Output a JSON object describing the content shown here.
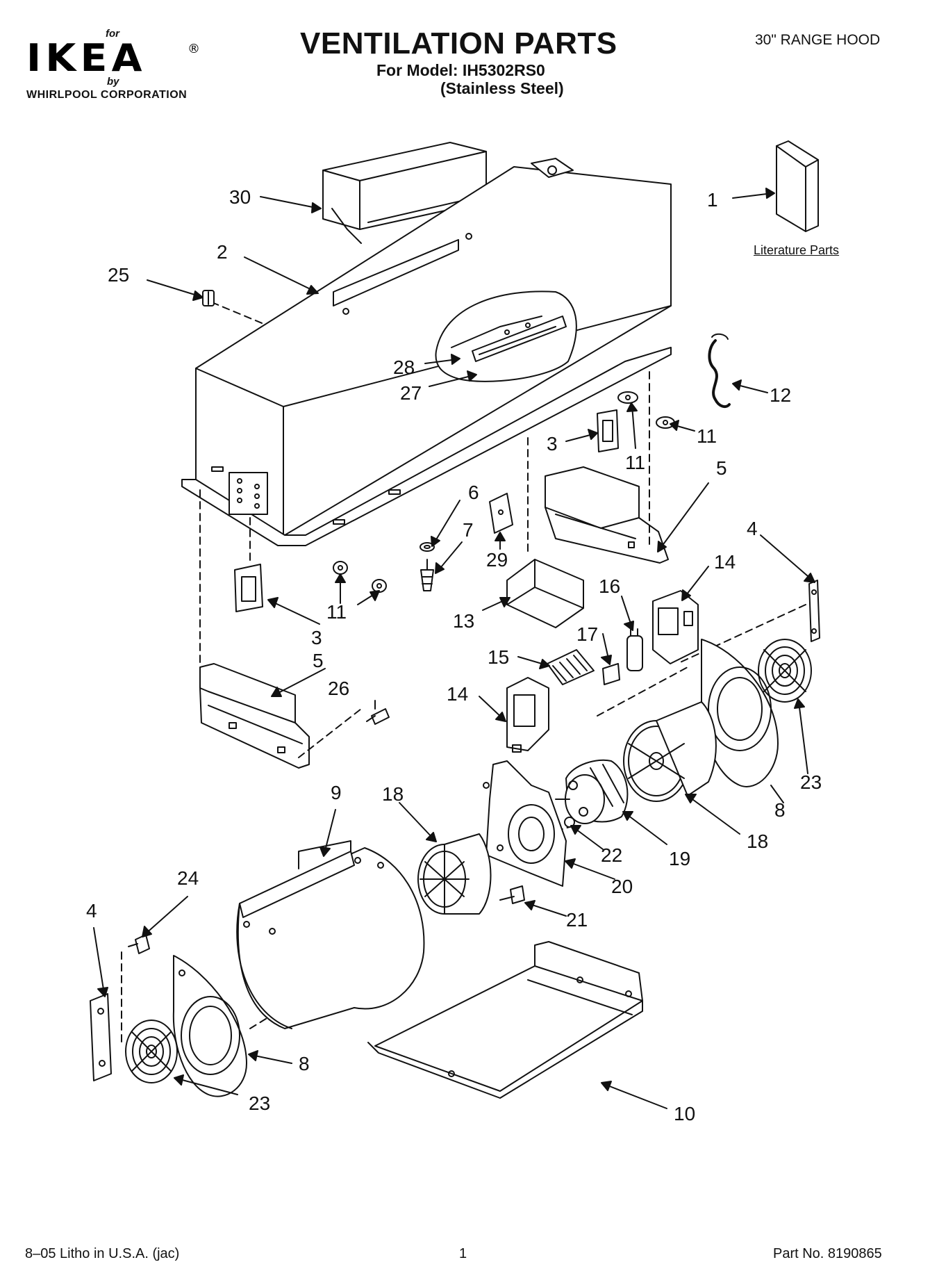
{
  "header": {
    "brand_for": "for",
    "brand_name": "IKEA®",
    "brand_by": "by",
    "brand_company": "WHIRLPOOL CORPORATION",
    "title": "VENTILATION PARTS",
    "model_line": "For Model: IH5302RS0",
    "finish_line": "(Stainless Steel)",
    "product": "30\" RANGE HOOD"
  },
  "literature_label": "Literature Parts",
  "callouts": {
    "c1": "1",
    "c2": "2",
    "c3a": "3",
    "c3b": "3",
    "c4a": "4",
    "c4b": "4",
    "c5a": "5",
    "c5b": "5",
    "c6": "6",
    "c7": "7",
    "c8a": "8",
    "c8b": "8",
    "c9": "9",
    "c10": "10",
    "c11a": "11",
    "c11b": "11",
    "c11c": "11",
    "c12": "12",
    "c13": "13",
    "c14a": "14",
    "c14b": "14",
    "c15": "15",
    "c16": "16",
    "c17": "17",
    "c18a": "18",
    "c18b": "18",
    "c19": "19",
    "c20": "20",
    "c21": "21",
    "c22": "22",
    "c23a": "23",
    "c23b": "23",
    "c24": "24",
    "c25": "25",
    "c26": "26",
    "c27": "27",
    "c28": "28",
    "c29": "29",
    "c30": "30"
  },
  "footer": {
    "litho": "8–05 Litho in U.S.A. (jac)",
    "page": "1",
    "part_no": "Part No. 8190865"
  }
}
